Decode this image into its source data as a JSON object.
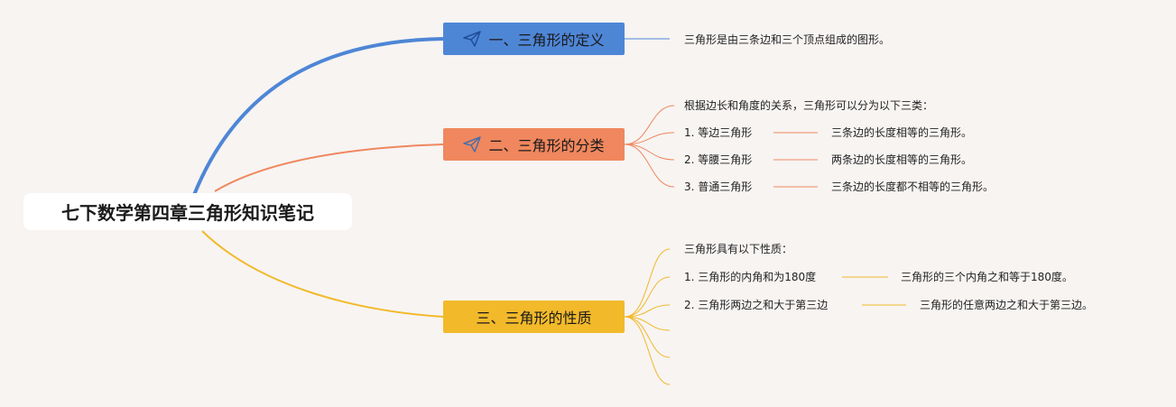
{
  "root": {
    "title": "七下数学第四章三角形知识笔记"
  },
  "colors": {
    "branch1": "#4e86d6",
    "branch2": "#f0875e",
    "branch3": "#f2b92a",
    "background": "#f7f4f2"
  },
  "branches": [
    {
      "title": "一、三角形的定义",
      "icon": "paper-plane-icon",
      "items": [
        {
          "text": "三角形是由三条边和三个顶点组成的图形。"
        }
      ]
    },
    {
      "title": "二、三角形的分类",
      "icon": "paper-plane-icon",
      "items": [
        {
          "text": "根据边长和角度的关系，三角形可以分为以下三类："
        },
        {
          "text": "1. 等边三角形",
          "detail": "三条边的长度相等的三角形。"
        },
        {
          "text": "2. 等腰三角形",
          "detail": "两条边的长度相等的三角形。"
        },
        {
          "text": "3. 普通三角形",
          "detail": "三条边的长度都不相等的三角形。"
        }
      ]
    },
    {
      "title": "三、三角形的性质",
      "items": [
        {
          "text": "三角形具有以下性质："
        },
        {
          "text": "1. 三角形的内角和为180度",
          "detail": "三角形的三个内角之和等于180度。"
        },
        {
          "text": "2. 三角形两边之和大于第三边",
          "detail": "三角形的任意两边之和大于第三边。"
        },
        {
          "text": ""
        },
        {
          "text": ""
        },
        {
          "text": ""
        }
      ]
    }
  ]
}
